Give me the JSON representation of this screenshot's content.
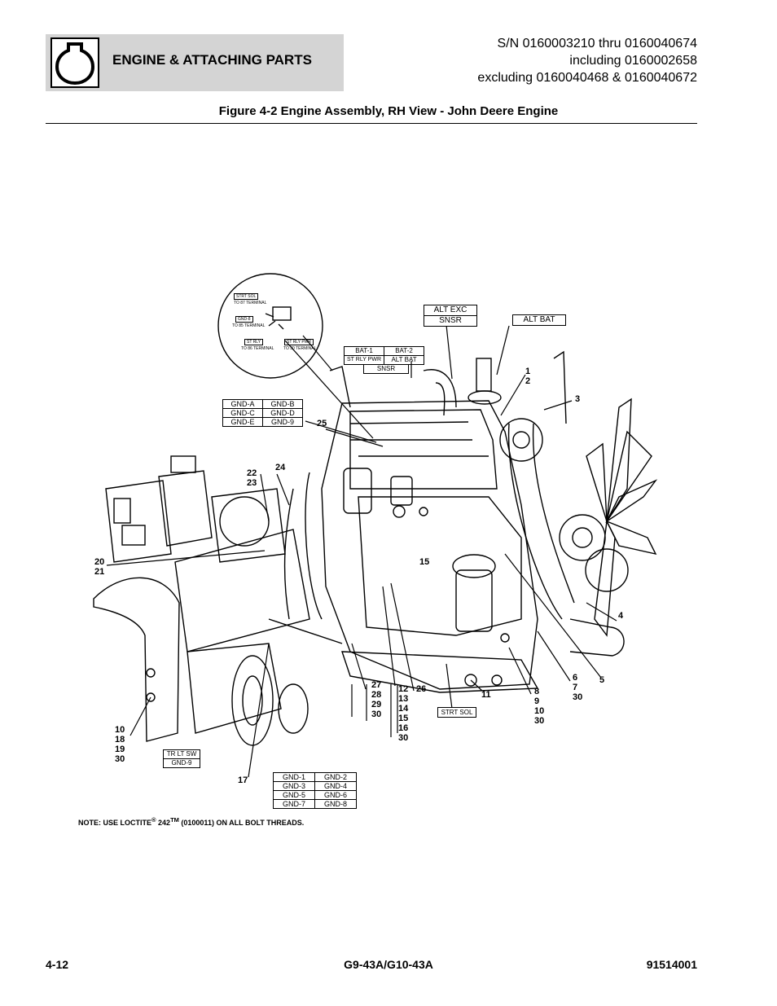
{
  "header": {
    "section_title": "ENGINE & ATTACHING PARTS",
    "serial_lines": [
      "S/N 0160003210 thru 0160040674",
      "including 0160002658",
      "excluding 0160040468 & 0160040672"
    ],
    "icon": "engine-icon"
  },
  "figure_title": "Figure 4-2 Engine Assembly, RH View - John Deere Engine",
  "relay_inset": {
    "strt_sol": "STRT SOL",
    "strt_sol_sub": "TO 87 TERMINAL",
    "gnd": "GND-8",
    "gnd_sub": "TO 85 TERMINAL",
    "st_rly": "ST RLY",
    "st_rly_sub": "TO 86 TERMINAL",
    "st_rly_pwr": "ST RLY PWR",
    "st_rly_pwr_sub": "TO 30 TERMINAL"
  },
  "labels": {
    "alt_exc": "ALT EXC",
    "snsr_top": "SNSR",
    "alt_bat_top": "ALT BAT",
    "strt_sol": "STRT SOL",
    "tr_lt_sw": "TR LT SW",
    "gnd_9": "GND-9"
  },
  "bat_table": {
    "bat1": "BAT-1",
    "bat2": "BAT-2",
    "st_rly_pwr": "ST RLY PWR",
    "alt_bat": "ALT BAT",
    "snsr": "SNSR"
  },
  "gnd_table_a": [
    [
      "GND-A",
      "GND-B"
    ],
    [
      "GND-C",
      "GND-D"
    ],
    [
      "GND-E",
      "GND-9"
    ]
  ],
  "gnd_table_b": [
    [
      "GND-1",
      "GND-2"
    ],
    [
      "GND-3",
      "GND-4"
    ],
    [
      "GND-5",
      "GND-6"
    ],
    [
      "GND-7",
      "GND-8"
    ]
  ],
  "callouts": {
    "c1_2": "1\n2",
    "c3": "3",
    "c4": "4",
    "c5": "5",
    "c6_7_30": "6\n7\n30",
    "c8_9_10_30": "8\n9\n10\n30",
    "c11": "11",
    "c12_30": "12\n13\n14\n15\n16\n30",
    "c17": "17",
    "c10_18_19_30": "10\n18\n19\n30",
    "c20_21": "20\n21",
    "c22_23": "22\n23",
    "c24": "24",
    "c25": "25",
    "c26": "26",
    "c27_30": "27\n28\n29\n30",
    "c15": "15"
  },
  "note": {
    "prefix": "NOTE: USE LOCTITE",
    "reg": "®",
    "num": " 242",
    "tm": "TM",
    "suffix": " (0100011) ON ALL BOLT THREADS."
  },
  "footer": {
    "page": "4-12",
    "model": "G9-43A/G10-43A",
    "doc_number": "91514001"
  }
}
